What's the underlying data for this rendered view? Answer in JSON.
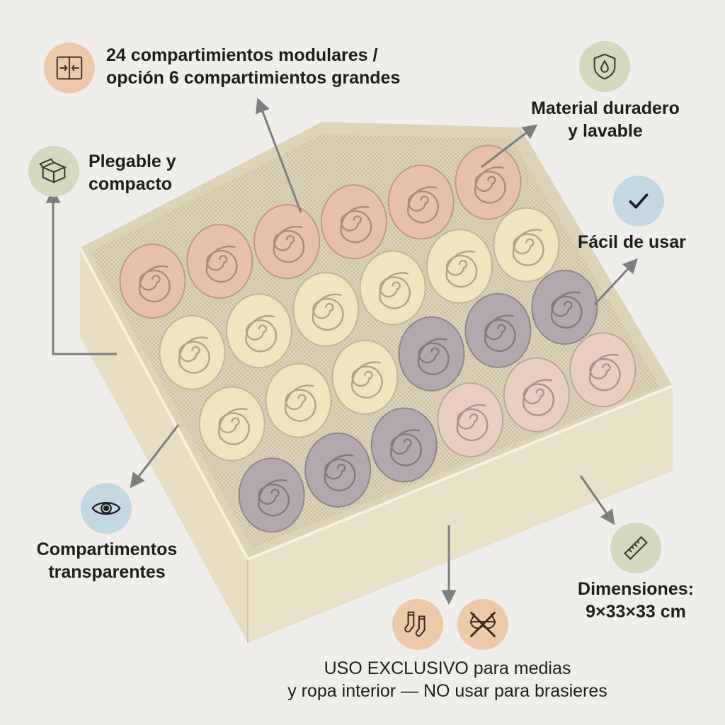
{
  "colors": {
    "background": "#efeeea",
    "box": "#ece4cb",
    "peach": "#e8c1ad",
    "cream": "#ede6bf",
    "lavender": "#b3a8ad",
    "blush": "#e9cfc0",
    "badge_peach": "#ecc9a8",
    "badge_sage": "#d6d8bd",
    "badge_blue": "#c4d8e2",
    "arrow": "#7e7e7e"
  },
  "product": {
    "rows": [
      [
        "peach",
        "peach",
        "peach",
        "peach",
        "peach",
        "peach"
      ],
      [
        "cream",
        "cream",
        "cream",
        "cream",
        "cream",
        "cream"
      ],
      [
        "cream",
        "cream",
        "cream",
        "lavender",
        "lavender",
        "lavender"
      ],
      [
        "lavender",
        "lavender",
        "lavender",
        "blush",
        "blush",
        "blush"
      ]
    ]
  },
  "features": {
    "compartments": {
      "icon": "split-arrows-icon",
      "line1": "24 compartimientos modulares /",
      "line2": "opción 6 compartimientos grandes"
    },
    "material": {
      "icon": "shield-drop-icon",
      "line1": "Material duradero",
      "line2": "y lavable"
    },
    "foldable": {
      "icon": "box-icon",
      "line1": "Plegable y",
      "line2": "compacto"
    },
    "easy": {
      "icon": "checkmark-icon",
      "line1": "Fácil de usar"
    },
    "transparent": {
      "icon": "eye-icon",
      "line1": "Compartimentos",
      "line2": "transparentes"
    },
    "dimensions": {
      "icon": "ruler-icon",
      "line1": "Dimensiones:",
      "line2": "9×33×33 cm"
    },
    "usage": {
      "icons": [
        "socks-icon",
        "crossed-bra-icon"
      ],
      "line1": "USO EXCLUSIVO para medias",
      "line2": "y ropa interior — NO usar para brasieres"
    }
  }
}
